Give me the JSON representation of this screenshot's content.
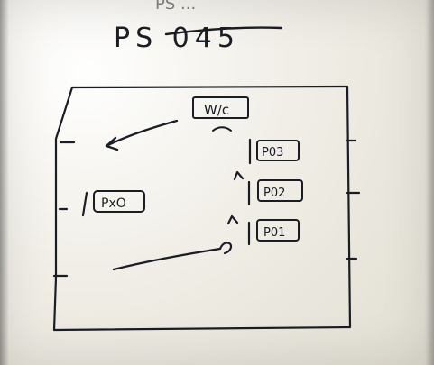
{
  "sheet": {
    "top_note_partial": "PS ...",
    "header_code": "PS 045"
  },
  "labels": {
    "wc": "W/c",
    "p03": "P03",
    "p02": "P02",
    "p01": "P01",
    "pxo": "PxO"
  }
}
